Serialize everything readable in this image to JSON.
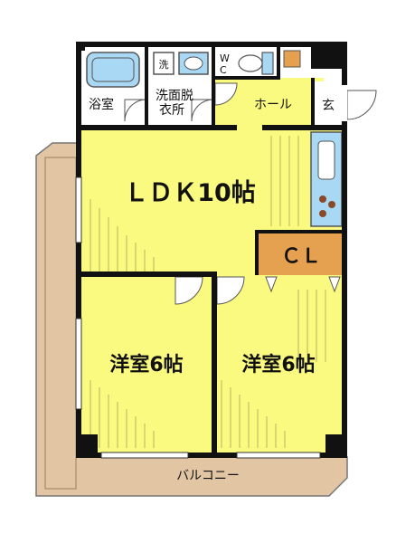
{
  "rooms": {
    "ldk": "ＬＤＫ10帖",
    "western_room_left": "洋室6帖",
    "western_room_right": "洋室6帖",
    "bathroom": "浴室",
    "washroom_line1": "洗面脱",
    "washroom_line2": "衣所",
    "washer": "洗",
    "wc_line1": "W",
    "wc_line2": "C",
    "hall": "ホール",
    "entrance": "玄",
    "closet": "ＣＬ",
    "balcony": "バルコニー"
  },
  "colors": {
    "room_fill": "#fafa80",
    "balcony_fill": "#e2c6a4",
    "closet_fill": "#e5a050",
    "wet_area_fill": "#ffffff",
    "fixture_fill": "#a8d8f4",
    "wall": "#111111"
  }
}
